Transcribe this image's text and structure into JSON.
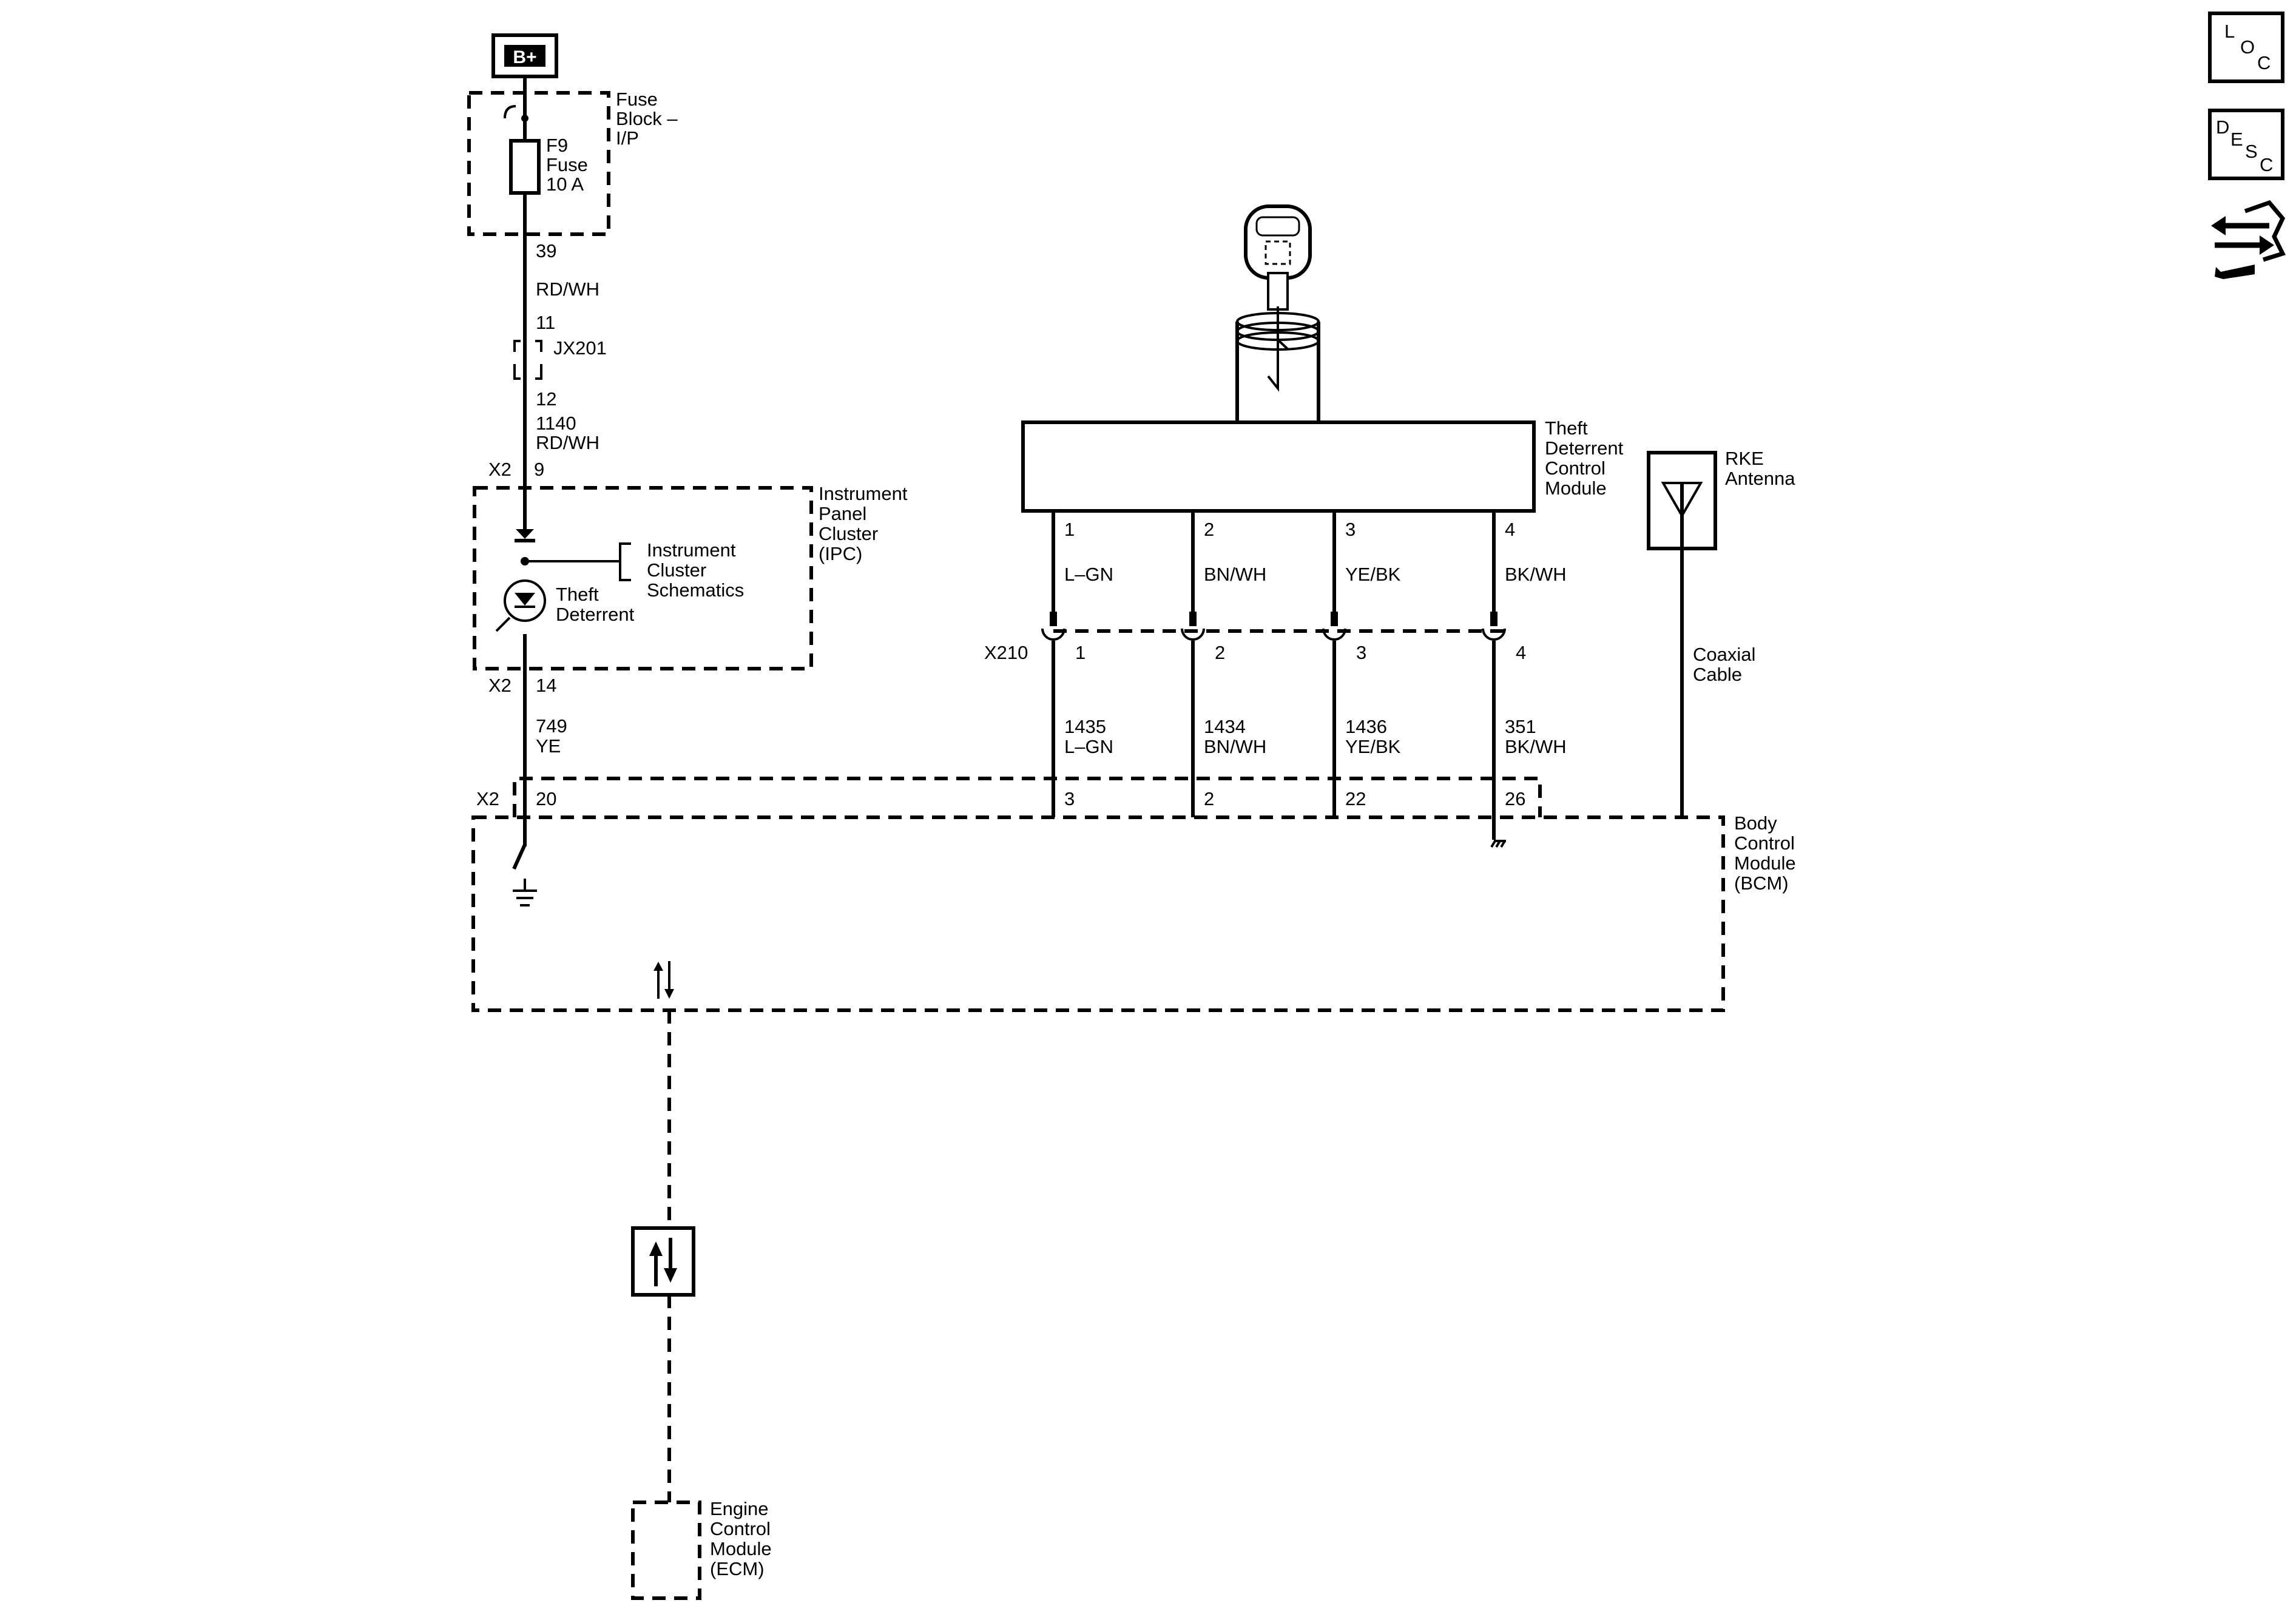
{
  "supply": {
    "label": "B+"
  },
  "fuse_block": {
    "title_lines": [
      "Fuse",
      "Block –",
      "I/P"
    ],
    "fuse_lines": [
      "F9",
      "Fuse",
      "10 A"
    ]
  },
  "wire_supply": {
    "pin_top": "39",
    "color_top": "RD/WH",
    "pin_a": "11",
    "connector": "JX201",
    "pin_b": "12",
    "circuit": "1140",
    "color_bottom": "RD/WH",
    "ipc_connector": "X2",
    "ipc_pin_in": "9"
  },
  "ipc": {
    "title_lines": [
      "Instrument",
      "Panel",
      "Cluster",
      "(IPC)"
    ],
    "ref_lines": [
      "Instrument",
      "Cluster",
      "Schematics"
    ],
    "lamp_lines": [
      "Theft",
      "Deterrent"
    ],
    "connector": "X2",
    "pin_out": "14"
  },
  "wire_ipc_bcm": {
    "circuit": "749",
    "color": "YE"
  },
  "bcm": {
    "title_lines": [
      "Body",
      "Control",
      "Module",
      "(BCM)"
    ],
    "connector": "X2",
    "pin_ipc": "20"
  },
  "tdcm": {
    "title_lines": [
      "Theft",
      "Deterrent",
      "Control",
      "Module"
    ],
    "connector": "X210",
    "pins": [
      {
        "pin": "1",
        "color": "L–GN",
        "x210_pin": "1",
        "circuit": "1435",
        "circuit_color": "L–GN",
        "bcm_pin": "3"
      },
      {
        "pin": "2",
        "color": "BN/WH",
        "x210_pin": "2",
        "circuit": "1434",
        "circuit_color": "BN/WH",
        "bcm_pin": "2"
      },
      {
        "pin": "3",
        "color": "YE/BK",
        "x210_pin": "3",
        "circuit": "1436",
        "circuit_color": "YE/BK",
        "bcm_pin": "22"
      },
      {
        "pin": "4",
        "color": "BK/WH",
        "x210_pin": "4",
        "circuit": "351",
        "circuit_color": "BK/WH",
        "bcm_pin": "26"
      }
    ]
  },
  "rke": {
    "title_lines": [
      "RKE",
      "Antenna"
    ],
    "cable_lines": [
      "Coaxial",
      "Cable"
    ]
  },
  "ecm": {
    "title_lines": [
      "Engine",
      "Control",
      "Module",
      "(ECM)"
    ]
  },
  "nav": {
    "loc": {
      "letters": [
        "L",
        "O",
        "C"
      ]
    },
    "desc": {
      "letters": [
        "D",
        "E",
        "S",
        "C"
      ]
    },
    "swap_icon": "connector-swap-icon"
  }
}
